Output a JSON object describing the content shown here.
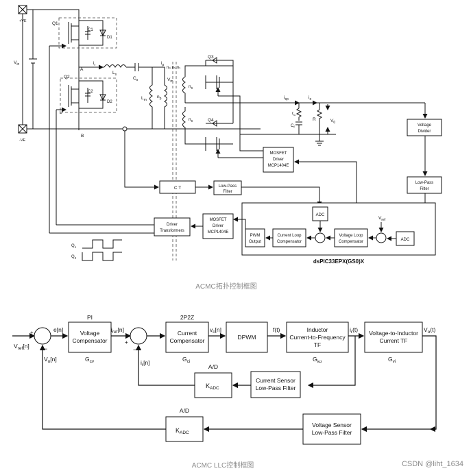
{
  "top": {
    "terminals": {
      "pos": "+VE",
      "neg": "-VE"
    },
    "labels": {
      "vin": "V",
      "vin_sub": "in",
      "q1": "Q1",
      "q2": "Q2",
      "q3": "Q3",
      "q4": "Q4",
      "c1": "C1",
      "c2": "C2",
      "d1": "D1",
      "d2": "D2",
      "node_a": "A",
      "node_b": "B",
      "node_l": "L",
      "ir": "i",
      "ir_sub": "r",
      "ls": "L",
      "ls_sub": "s",
      "cs": "C",
      "cs_sub": "s",
      "lm": "L",
      "lm_sub": "m",
      "np": "n",
      "np_sub": "p",
      "vm": "V",
      "vm_sub": "m",
      "ip": "i",
      "ip_sub": "p",
      "ns_top": "n",
      "ns_top_sub": "s",
      "ns_bot": "n",
      "ns_bot_sub": "s",
      "np_ns_ns": "nₚ:nₛ:nₛ",
      "isp": "i",
      "isp_sub": "sp",
      "io": "i",
      "io_sub": "o",
      "rc": "r",
      "rc_sub": "C",
      "cf": "C",
      "cf_sub": "f",
      "r": "R",
      "v0": "V",
      "v0_sub": "0",
      "q1_wave": "Q",
      "q1_wave_sub": "1",
      "q2_wave": "Q",
      "q2_wave_sub": "2"
    },
    "blocks": {
      "mosfet_driver_1": [
        "MOSFET",
        "Driver",
        "MCP1404E"
      ],
      "voltage_divider": [
        "Voltage",
        "Divider"
      ],
      "ct": "C T",
      "lpf_mid": [
        "Low-Pass",
        "Filter"
      ],
      "lpf_right": [
        "Low-Pass",
        "Filter"
      ],
      "adc_top": "ADC",
      "vref": "V",
      "vref_sub": "ref",
      "driver_transformers": [
        "Driver",
        "Transformers"
      ],
      "mosfet_driver_2": [
        "MOSFET",
        "Driver",
        "MCP1404E"
      ],
      "pwm_output": [
        "PWM",
        "Output"
      ],
      "current_loop": [
        "Current Loop",
        "Compensator"
      ],
      "voltage_loop": [
        "Voltage Loop",
        "Compensator"
      ],
      "adc_right": "ADC",
      "dspic": "dsPIC33EPX(GS0)X"
    },
    "caption": "ACMC拓扑控制框图"
  },
  "bottom": {
    "vref": "V",
    "vref_sub": "ref",
    "vref_arg": "[n]",
    "en": "e[n]",
    "pi": "PI",
    "voltage_comp": [
      "Voltage",
      "Compensator"
    ],
    "gcv": "G",
    "gcv_sub": "cv",
    "iref": "i",
    "iref_sub": "ref",
    "iref_arg": "[n]",
    "p2z": "2P2Z",
    "current_comp": [
      "Current",
      "Compensator"
    ],
    "gci": "G",
    "gci_sub": "ci",
    "vcn": "v",
    "vcn_sub": "c",
    "vcn_arg": "[n]",
    "dpwm": "DPWM",
    "ft": "f(t)",
    "inductor_tf": [
      "Inductor",
      "Current-to-Frequency",
      "TF"
    ],
    "gif": "G",
    "gif_sub": "iω",
    "irt": "i",
    "irt_sub": "r",
    "irt_arg": "(t)",
    "v2i_tf": [
      "Voltage-to-Inductor",
      "Current TF"
    ],
    "gvi": "G",
    "gvi_sub": "vi",
    "vot": "V",
    "vot_sub": "o",
    "vot_arg": "(t)",
    "von": "V",
    "von_sub": "o",
    "von_arg": "[n]",
    "irn": "i",
    "irn_sub": "r",
    "irn_arg": "[n]",
    "ad1": "A/D",
    "kadc1": "K",
    "kadc1_sub": "ADC",
    "current_sensor": [
      "Current Sensor",
      "Low-Pass Filter"
    ],
    "ad2": "A/D",
    "kadc2": "K",
    "kadc2_sub": "ADC",
    "voltage_sensor": [
      "Voltage Sensor",
      "Low-Pass Filter"
    ],
    "plus": "+",
    "minus": "−",
    "caption": "ACMC LLC控制框图"
  },
  "watermark": "CSDN @liht_1634"
}
